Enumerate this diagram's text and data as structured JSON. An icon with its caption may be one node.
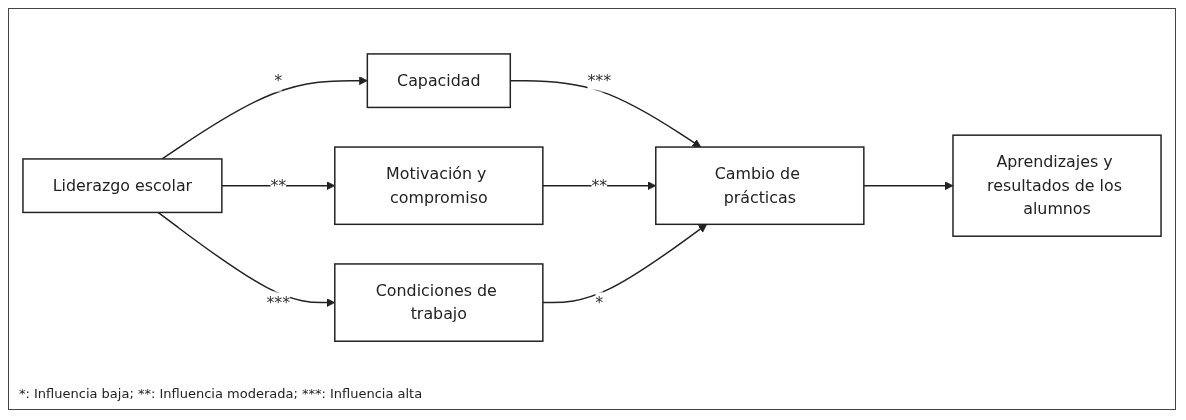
{
  "diagram": {
    "nodes": [
      {
        "text": [
          "Liderazgo escolar"
        ]
      },
      {
        "text": [
          "Capacidad"
        ]
      },
      {
        "text": [
          "Motivación y compromiso"
        ]
      },
      {
        "text": [
          "Condiciones de trabajo"
        ]
      },
      {
        "text": [
          "Cambio de prácticas"
        ]
      },
      {
        "text": [
          "Aprendizajes y resultados de los alumnos"
        ]
      }
    ],
    "edges": [
      {
        "from": 0,
        "to": 1,
        "arrow": "to",
        "label": "*"
      },
      {
        "from": 0,
        "to": 2,
        "arrow": "to",
        "label": "**"
      },
      {
        "from": 0,
        "to": 3,
        "arrow": "to",
        "label": "***"
      },
      {
        "from": 1,
        "to": 4,
        "arrow": "to",
        "label": "***"
      },
      {
        "from": 2,
        "to": 4,
        "arrow": "to",
        "label": "**"
      },
      {
        "from": 3,
        "to": 4,
        "arrow": "to",
        "label": "*"
      },
      {
        "from": 4,
        "to": 5,
        "arrow": "to"
      }
    ],
    "labels": [
      "*: Influencia baja; **: Influencia moderada; ***: Influencia alta"
    ]
  }
}
